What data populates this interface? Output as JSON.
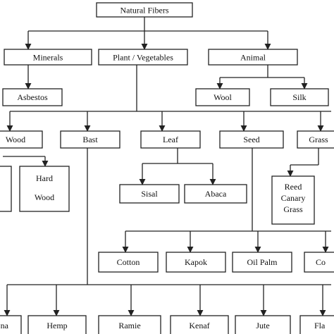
{
  "diagram": {
    "root": "Natural Fibers",
    "categories": {
      "minerals": "Minerals",
      "plant": "Plant / Vegetables",
      "animal": "Animal"
    },
    "mineral_fibers": {
      "asbestos": "Asbestos"
    },
    "animal_fibers": {
      "wool": "Wool",
      "silk": "Silk"
    },
    "plant_groups": {
      "wood": "Wood",
      "bast": "Bast",
      "leaf": "Leaf",
      "seed": "Seed",
      "grass": "Grass"
    },
    "wood_types": {
      "soft_partial": "",
      "hard_line1": "Hard",
      "hard_line2": "Wood"
    },
    "leaf_fibers": {
      "sisal": "Sisal",
      "abaca": "Abaca"
    },
    "grass_fibers": {
      "reed_line1": "Reed",
      "reed_line2": "Canary",
      "reed_line3": "Grass"
    },
    "seed_fibers": {
      "cotton": "Cotton",
      "kapok": "Kapok",
      "oil_palm": "Oil Palm",
      "coir_partial": "Co"
    },
    "bast_fibers": {
      "flax_partial_left": "na",
      "hemp": "Hemp",
      "ramie": "Ramie",
      "kenaf": "Kenaf",
      "jute": "Jute",
      "flax_partial_right": "Fla"
    }
  }
}
